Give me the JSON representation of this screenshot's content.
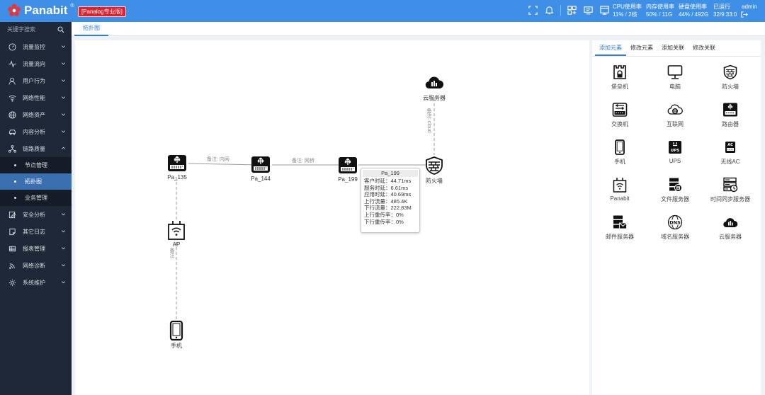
{
  "header": {
    "brand": "Panabit",
    "reg_mark": "®",
    "edition": "[Panalog专业版]",
    "cpu_label": "CPU使用率",
    "cpu_value": "11% / 2核",
    "mem_label": "内存使用率",
    "mem_value": "50% / 11G",
    "disk_label": "硬盘使用率",
    "disk_value": "44% / 492G",
    "uptime_label": "已运行",
    "uptime_value": "32/9:33:0",
    "user": "admin",
    "colors": {
      "topbar": "#3f8fe6",
      "edition_bg": "#d9232f"
    }
  },
  "sidebar": {
    "search_placeholder": "关键字搜索",
    "items": [
      {
        "label": "流量监控",
        "icon": "gauge-icon"
      },
      {
        "label": "流量流向",
        "icon": "pulse-icon"
      },
      {
        "label": "用户行为",
        "icon": "user-icon"
      },
      {
        "label": "网络性能",
        "icon": "wifi-icon"
      },
      {
        "label": "网络资产",
        "icon": "globe-icon"
      },
      {
        "label": "内容分析",
        "icon": "car-icon"
      },
      {
        "label": "链路质量",
        "icon": "network-icon"
      }
    ],
    "sub_items": [
      {
        "label": "节点管理",
        "active": false
      },
      {
        "label": "拓扑图",
        "active": true
      },
      {
        "label": "业务管理",
        "active": false
      }
    ],
    "items_after": [
      {
        "label": "安全分析",
        "icon": "shield-edit-icon"
      },
      {
        "label": "其它日志",
        "icon": "document-icon"
      },
      {
        "label": "报表管理",
        "icon": "table-icon"
      },
      {
        "label": "网络诊断",
        "icon": "signal-icon"
      },
      {
        "label": "系统维护",
        "icon": "gear-icon"
      }
    ]
  },
  "tabs": {
    "active": "拓扑图"
  },
  "topology": {
    "nodes": {
      "pa135": "Pa_135",
      "pa144": "Pa_144",
      "pa199": "Pa_199",
      "firewall": "防火墙",
      "cloud": "云服务器",
      "ap": "AP",
      "phone": "手机"
    },
    "links": {
      "l1": "备注: 内网",
      "l2": "备注: 网桥",
      "l3": "备注: cloud",
      "l4": "备注:"
    },
    "tooltip": {
      "title": "Pa_199",
      "rows": [
        "客户时延：44.71ms",
        "服务时延：6.61ms",
        "应用时延：40.69ms",
        "上行流量：485.4K",
        "下行流量：222.83M",
        "上行重传率：0%",
        "下行重传率：0%"
      ]
    }
  },
  "panel": {
    "tabs": [
      "添加元素",
      "修改元素",
      "添加关联",
      "修改关联"
    ],
    "elements": [
      {
        "label": "堡垒机",
        "icon": "bastion-icon"
      },
      {
        "label": "电脑",
        "icon": "monitor-icon"
      },
      {
        "label": "防火墙",
        "icon": "firewall-icon"
      },
      {
        "label": "交换机",
        "icon": "switch-icon"
      },
      {
        "label": "互联网",
        "icon": "internet-icon"
      },
      {
        "label": "路由器",
        "icon": "router-icon"
      },
      {
        "label": "手机",
        "icon": "phone-icon"
      },
      {
        "label": "UPS",
        "icon": "ups-icon"
      },
      {
        "label": "无线AC",
        "icon": "wireless-ac-icon"
      },
      {
        "label": "Panabit",
        "icon": "panabit-icon"
      },
      {
        "label": "文件服务器",
        "icon": "file-server-icon"
      },
      {
        "label": "时间同步服务器",
        "icon": "time-server-icon"
      },
      {
        "label": "邮件服务器",
        "icon": "mail-server-icon"
      },
      {
        "label": "域名服务器",
        "icon": "dns-server-icon"
      },
      {
        "label": "云服务器",
        "icon": "cloud-server-icon"
      }
    ],
    "ups_text": "UPS",
    "ac_text": "AC",
    "dns_text": "DNS"
  }
}
